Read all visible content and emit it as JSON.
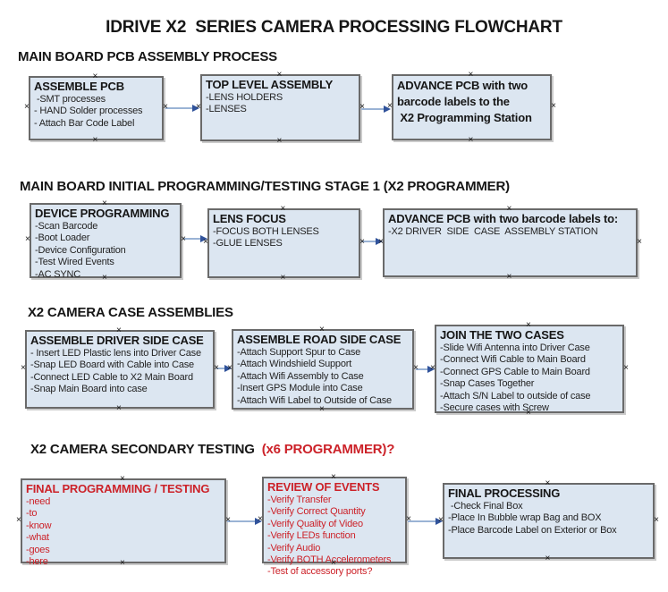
{
  "title": "IDRIVE X2  SERIES CAMERA PROCESSING FLOWCHART",
  "glyphs": {
    "connection_marker": "×"
  },
  "colors": {
    "box_fill": "#dce6f1",
    "box_border": "#6a6a6a",
    "arrow_line": "#9ab3d5",
    "arrow_head": "#31539b",
    "red_text": "#cc2229",
    "black_text": "#161616"
  },
  "sections": {
    "s1": {
      "heading": "MAIN BOARD PCB ASSEMBLY PROCESS"
    },
    "s2": {
      "heading": "MAIN BOARD INITIAL PROGRAMMING/TESTING STAGE 1 (X2 PROGRAMMER)"
    },
    "s3": {
      "heading": "X2 CAMERA CASE ASSEMBLIES"
    },
    "s4": {
      "heading_black": "X2 CAMERA SECONDARY TESTING  ",
      "heading_red": "(x6 PROGRAMMER)?"
    }
  },
  "boxes": {
    "assemble_pcb": {
      "title": "ASSEMBLE PCB",
      "items": [
        " -SMT processes",
        "- HAND Solder processes",
        "- Attach Bar Code Label"
      ]
    },
    "top_level_assembly": {
      "title": "TOP LEVEL ASSEMBLY",
      "items": [
        "-LENS HOLDERS",
        "-LENSES"
      ]
    },
    "advance_pcb_station": {
      "title_lines": [
        "ADVANCE PCB with two",
        "barcode labels to the",
        " X2 Programming Station"
      ]
    },
    "device_programming": {
      "title": "DEVICE PROGRAMMING",
      "items": [
        "-Scan Barcode",
        "-Boot Loader",
        "-Device Configuration",
        "-Test Wired Events",
        "-AC SYNC"
      ]
    },
    "lens_focus": {
      "title": "LENS FOCUS",
      "items": [
        "-FOCUS BOTH LENSES",
        "-GLUE LENSES"
      ]
    },
    "advance_pcb_driver": {
      "title": "ADVANCE PCB with two barcode labels to:",
      "items": [
        "-X2 DRIVER  SIDE  CASE  ASSEMBLY STATION"
      ]
    },
    "assemble_driver_case": {
      "title": "ASSEMBLE DRIVER SIDE CASE",
      "items": [
        "- Insert LED Plastic lens into Driver Case",
        "-Snap LED Board with Cable into Case",
        "-Connect LED Cable to X2 Main Board",
        "-Snap Main Board into case"
      ]
    },
    "assemble_road_case": {
      "title": "ASSEMBLE ROAD SIDE CASE",
      "items": [
        "-Attach Support Spur to Case",
        "-Attach Windshield Support",
        "-Attach Wifi Assembly to Case",
        "-Insert GPS Module into Case",
        "-Attach Wifi Label to Outside of Case"
      ]
    },
    "join_two_cases": {
      "title": "JOIN THE TWO CASES",
      "items": [
        "-Slide Wifi Antenna into Driver Case",
        "-Connect Wifi Cable to Main Board",
        "-Connect GPS Cable to Main Board",
        "-Snap Cases Together",
        "-Attach S/N Label to outside of case",
        "-Secure cases with Screw"
      ]
    },
    "final_programming": {
      "title": "FINAL PROGRAMMING / TESTING",
      "items": [
        "-need",
        "-to",
        "-know",
        "-what",
        "-goes",
        "-here"
      ]
    },
    "review_of_events": {
      "title": "REVIEW OF EVENTS",
      "items": [
        "-Verify Transfer",
        "-Verify Correct Quantity",
        "-Verify Quality of Video",
        "-Verify LEDs function",
        "-Verify Audio",
        "-Verify BOTH Accelerometers",
        "-Test of accessory ports?"
      ]
    },
    "final_processing": {
      "title": "FINAL PROCESSING",
      "items": [
        " -Check Final Box",
        "-Place In Bubble wrap Bag and BOX",
        "-Place Barcode Label on Exterior or Box"
      ]
    }
  }
}
